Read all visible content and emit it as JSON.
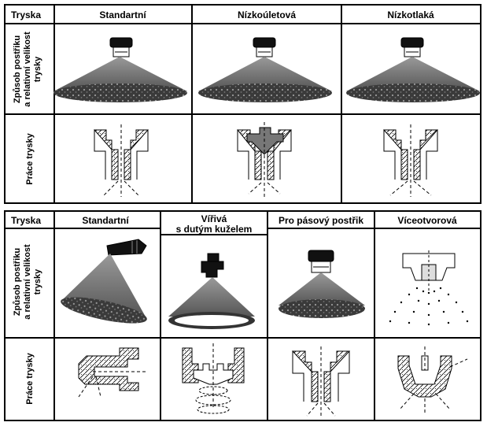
{
  "table1": {
    "corner_label": "Tryska",
    "columns": [
      "Standartní",
      "Nízkoúletová",
      "Nízkotlaká"
    ],
    "row1_label_lines": [
      "Způsob postřiku",
      "a relativní velikost",
      "trysky"
    ],
    "row2_label": "Práce trysky"
  },
  "table2": {
    "corner_label": "Tryska",
    "columns": [
      "Standartní",
      "Vířivá",
      "Pro pásový postřik",
      "Víceotvorová"
    ],
    "column2_second_line": "s dutým kuželem",
    "row1_label_lines": [
      "Způsob postřiku",
      "a relativní velikost",
      "trysky"
    ],
    "row2_label": "Práce trysky"
  }
}
